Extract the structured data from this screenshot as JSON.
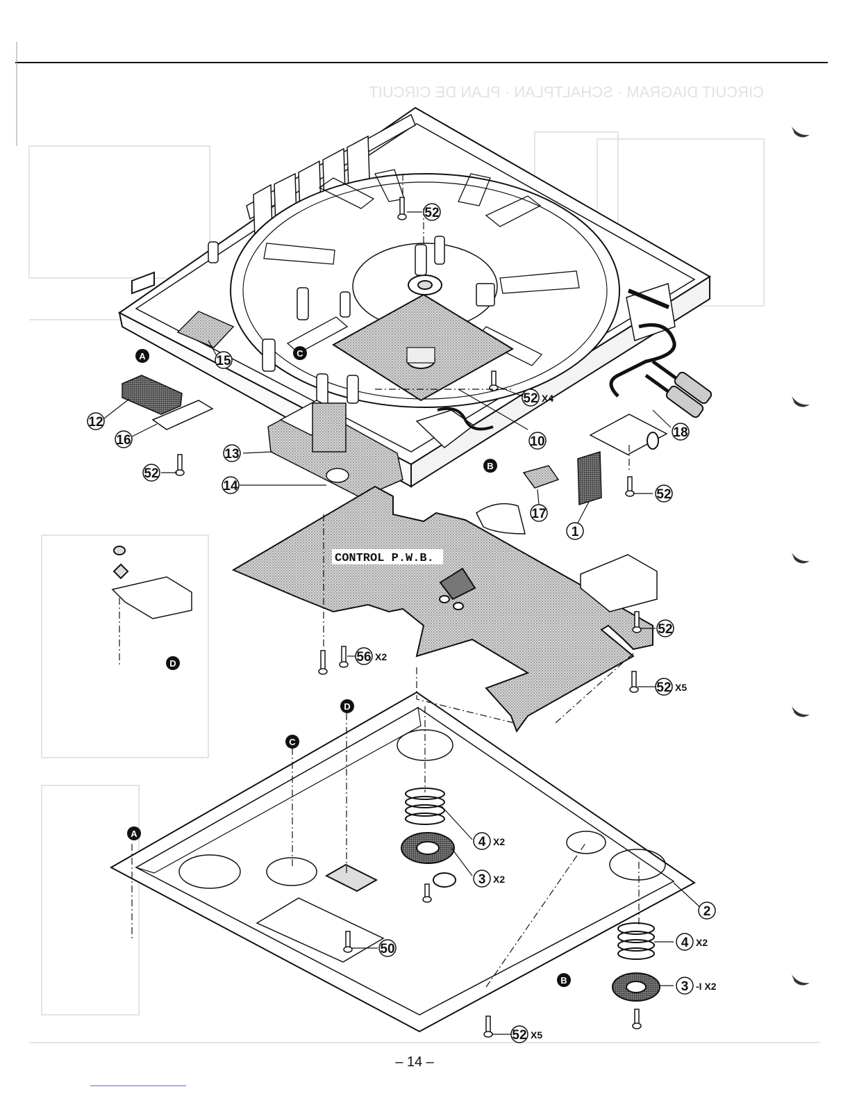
{
  "header_mirror_text": "CIRCUIT DIAGRAM · SCHALTPLAN · PLAN DE CIRCUIT",
  "board_label": "CONTROL P.W.B.",
  "page_number": "– 14 –",
  "markers": [
    {
      "id": "a1",
      "letter": "A"
    },
    {
      "id": "c1",
      "letter": "C"
    },
    {
      "id": "b1",
      "letter": "B"
    },
    {
      "id": "d1",
      "letter": "D"
    },
    {
      "id": "d2",
      "letter": "D"
    },
    {
      "id": "c2",
      "letter": "C"
    },
    {
      "id": "a2",
      "letter": "A"
    },
    {
      "id": "b2",
      "letter": "B"
    }
  ],
  "callouts": [
    {
      "id": "p52a",
      "num": "52",
      "qty": ""
    },
    {
      "id": "p15",
      "num": "15",
      "qty": ""
    },
    {
      "id": "p52b",
      "num": "52",
      "qty": "X4"
    },
    {
      "id": "p12",
      "num": "12",
      "qty": ""
    },
    {
      "id": "p16",
      "num": "16",
      "qty": ""
    },
    {
      "id": "p13",
      "num": "13",
      "qty": ""
    },
    {
      "id": "p52c",
      "num": "52",
      "qty": ""
    },
    {
      "id": "p14",
      "num": "14",
      "qty": ""
    },
    {
      "id": "p10",
      "num": "10",
      "qty": ""
    },
    {
      "id": "p18",
      "num": "18",
      "qty": ""
    },
    {
      "id": "p52d",
      "num": "52",
      "qty": ""
    },
    {
      "id": "p17",
      "num": "17",
      "qty": ""
    },
    {
      "id": "p1",
      "num": "1",
      "qty": ""
    },
    {
      "id": "p56",
      "num": "56",
      "qty": "X2"
    },
    {
      "id": "p52e",
      "num": "52",
      "qty": ""
    },
    {
      "id": "p52f",
      "num": "52",
      "qty": "X5"
    },
    {
      "id": "p4a",
      "num": "4",
      "qty": "X2"
    },
    {
      "id": "p3a",
      "num": "3",
      "qty": "X2"
    },
    {
      "id": "p2",
      "num": "2",
      "qty": ""
    },
    {
      "id": "p4b",
      "num": "4",
      "qty": "X2"
    },
    {
      "id": "p3b",
      "num": "3",
      "qty": "-I X2"
    },
    {
      "id": "p50",
      "num": "50",
      "qty": ""
    },
    {
      "id": "p52g",
      "num": "52",
      "qty": "X5"
    }
  ],
  "colors": {
    "ink": "#111111",
    "ghost": "#dddddd",
    "screen": "#b8b8b8",
    "paper": "#ffffff"
  }
}
